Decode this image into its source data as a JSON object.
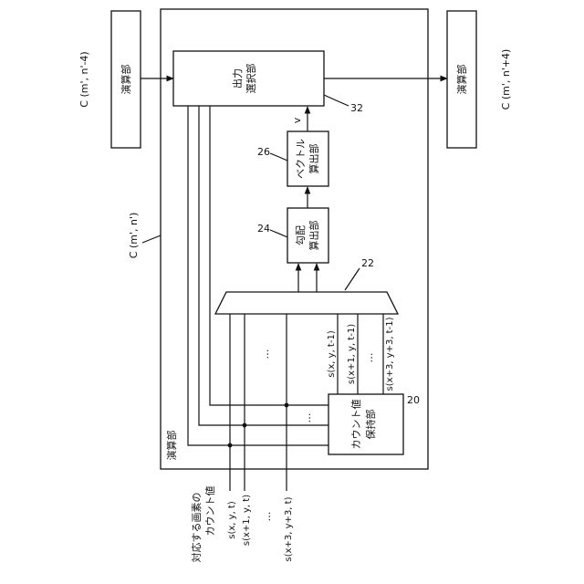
{
  "blocks": {
    "left_unit": {
      "label": "演算部",
      "caption": "C (m', n'-4)"
    },
    "right_unit": {
      "label": "演算部",
      "caption": "C (m', n'+4)"
    },
    "main_unit": {
      "label": "演算部",
      "caption": "C (m', n')"
    },
    "output_selector": {
      "line1": "出力",
      "line2": "選択部",
      "ref": "32"
    },
    "vector_calc": {
      "line1": "ベクトル",
      "line2": "算出部",
      "ref": "26"
    },
    "gradient_calc": {
      "line1": "勾配",
      "line2": "算出部",
      "ref": "24"
    },
    "mux_ref": "22",
    "count_holder": {
      "line1": "カウント値",
      "line2": "保持部",
      "ref": "20"
    }
  },
  "signals": {
    "v": "v",
    "held": [
      "s(x, y, t-1)",
      "s(x+1, y, t-1)",
      "s(x+3, y+3, t-1)"
    ],
    "inputs": [
      "s(x, y, t)",
      "s(x+1, y, t)",
      "s(x+3, y+3, t)"
    ],
    "input_caption": [
      "対応する画素の",
      "カウント値"
    ],
    "ellipsis": "…"
  }
}
